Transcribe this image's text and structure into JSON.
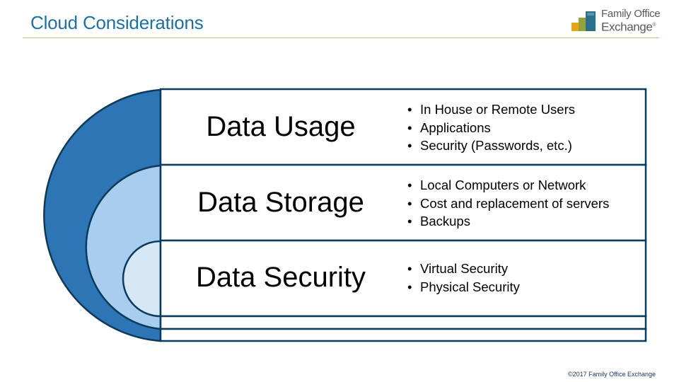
{
  "header": {
    "title": "Cloud Considerations",
    "logo_line1": "Family Office",
    "logo_line2": "Exchange",
    "logo_reg": "®"
  },
  "rows": [
    {
      "heading": "Data Usage",
      "bullets": [
        "In House or Remote Users",
        "Applications",
        "Security (Passwords, etc.)"
      ]
    },
    {
      "heading": "Data Storage",
      "bullets": [
        "Local Computers or Network",
        "Cost and replacement  of servers",
        "Backups"
      ]
    },
    {
      "heading": "Data Security",
      "bullets": [
        "Virtual Security",
        "Physical Security"
      ]
    }
  ],
  "footer": {
    "copyright": "©2017 Family Office Exchange"
  },
  "colors": {
    "title": "#1f6fa3",
    "outer_arc": "#2e75b6",
    "middle_arc": "#a9cdee",
    "inner_arc": "#d6e7f6",
    "outline": "#0b3a5a",
    "logo_green": "#8fa43a",
    "logo_gold": "#e0a81a",
    "logo_teal": "#2a6f8c"
  }
}
